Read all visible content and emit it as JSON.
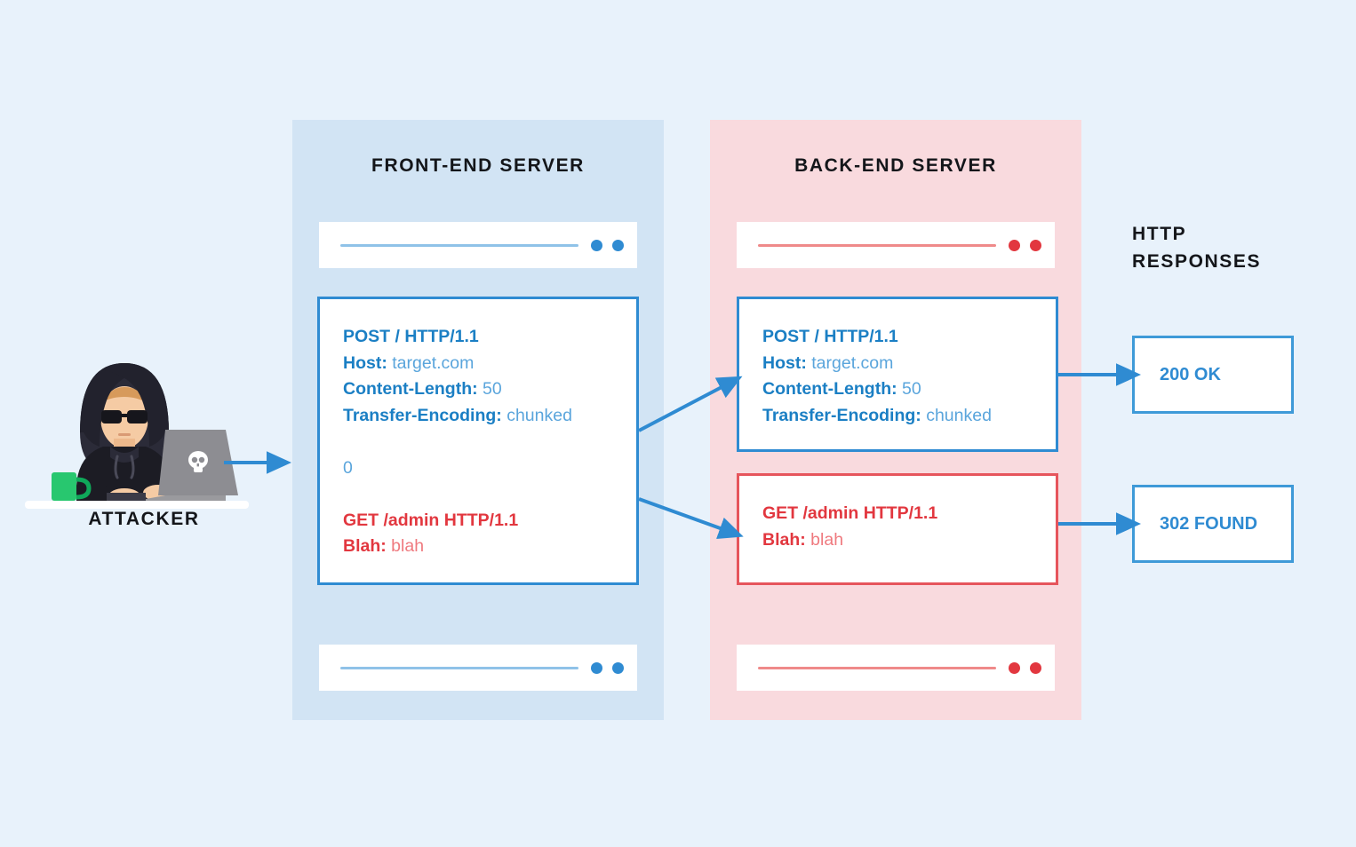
{
  "colors": {
    "page_background": "#e8f2fb",
    "frontend_panel": "#d2e4f4",
    "backend_panel": "#f9dade",
    "blue_accent": "#2f8bd2",
    "blue_key": "#1b7fc4",
    "blue_value": "#5aa5dc",
    "red_accent": "#e2373f",
    "red_value": "#ef7a7f",
    "title_text": "#14161a"
  },
  "frontend": {
    "title": "FRONT-END SERVER",
    "browser_bar_dots": 2,
    "request": {
      "lines": [
        {
          "key": "POST / HTTP/1.1",
          "value": "",
          "color": "blue"
        },
        {
          "key": "Host:",
          "value": "target.com",
          "color": "blue"
        },
        {
          "key": "Content-Length:",
          "value": "50",
          "color": "blue"
        },
        {
          "key": "Transfer-Encoding:",
          "value": "chunked",
          "color": "blue"
        },
        {
          "key": "",
          "value": "",
          "color": "blank"
        },
        {
          "key": "",
          "value": "0",
          "color": "blue"
        },
        {
          "key": "",
          "value": "",
          "color": "blank"
        },
        {
          "key": "GET /admin HTTP/1.1",
          "value": "",
          "color": "red"
        },
        {
          "key": "Blah:",
          "value": "blah",
          "color": "red"
        }
      ]
    }
  },
  "backend": {
    "title": "BACK-END SERVER",
    "browser_bar_dots": 2,
    "request_1": {
      "lines": [
        {
          "key": "POST / HTTP/1.1",
          "value": "",
          "color": "blue"
        },
        {
          "key": "Host:",
          "value": "target.com",
          "color": "blue"
        },
        {
          "key": "Content-Length:",
          "value": "50",
          "color": "blue"
        },
        {
          "key": "Transfer-Encoding:",
          "value": "chunked",
          "color": "blue"
        }
      ]
    },
    "request_2": {
      "lines": [
        {
          "key": "GET /admin HTTP/1.1",
          "value": "",
          "color": "red"
        },
        {
          "key": "Blah:",
          "value": "blah",
          "color": "red"
        }
      ]
    }
  },
  "responses": {
    "title_line_1": "HTTP",
    "title_line_2": "RESPONSES",
    "items": [
      {
        "label": "200 OK"
      },
      {
        "label": "302 FOUND"
      }
    ]
  },
  "attacker": {
    "label": "ATTACKER",
    "laptop_logo": "skull-icon",
    "mug_color": "#28c76f",
    "hoodie_color": "#2b2b38"
  }
}
